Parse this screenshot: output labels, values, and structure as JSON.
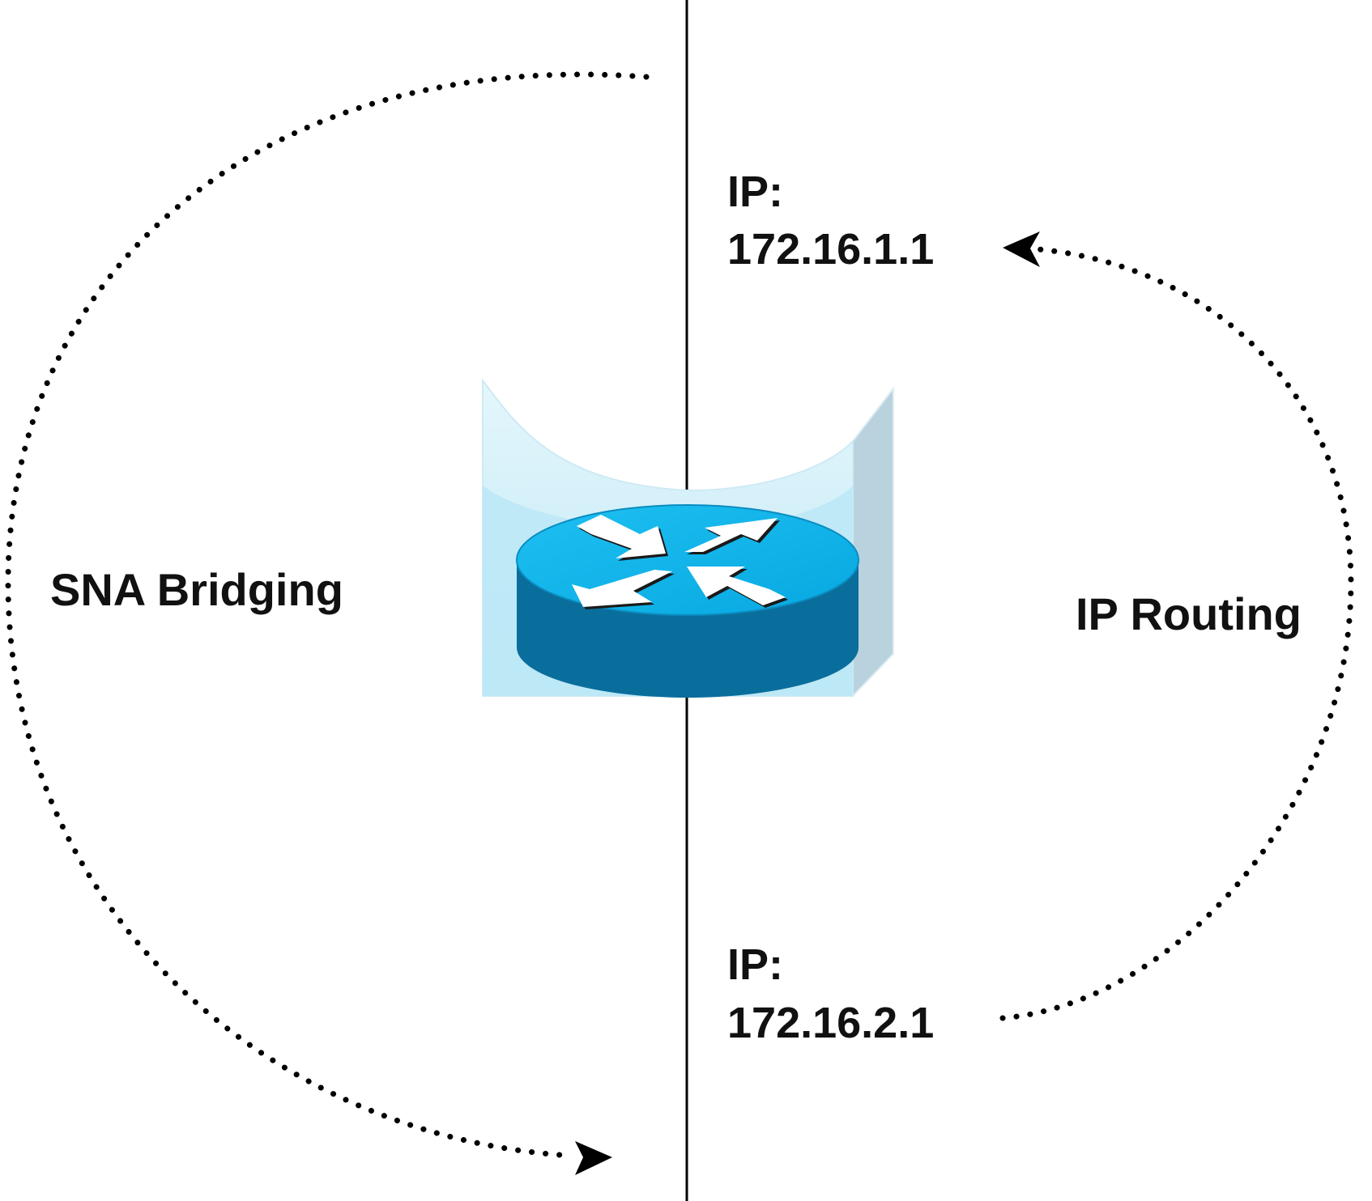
{
  "labels": {
    "left_arc": "SNA Bridging",
    "right_arc": "IP Routing",
    "top_ip_label": "IP:",
    "top_ip_value": "172.16.1.1",
    "bottom_ip_label": "IP:",
    "bottom_ip_value": "172.16.2.1"
  },
  "icons": {
    "device": "router-icon"
  },
  "colors": {
    "line": "#000000",
    "router_top": "#0cb1e8",
    "router_side": "#0a6e9c",
    "enclosure_light": "#bde8f6",
    "enclosure_side": "#b7d0db"
  }
}
